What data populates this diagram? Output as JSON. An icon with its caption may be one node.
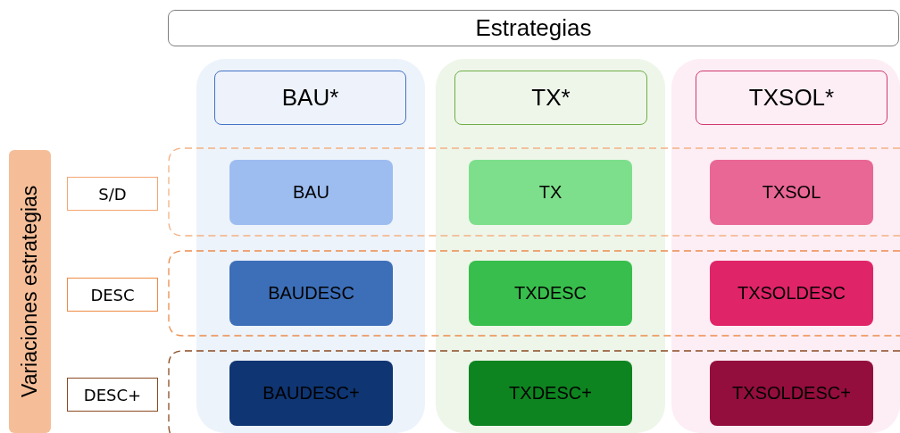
{
  "diagram": {
    "nodes": [
      {
        "text": [
          "Estrategias"
        ]
      },
      {
        "text": [],
        "shape": "box"
      },
      {
        "text": [],
        "shape": "box"
      },
      {
        "text": [],
        "shape": "box"
      },
      {
        "text": [
          "BAU*"
        ],
        "in": 1
      },
      {
        "text": [
          "TX*"
        ],
        "in": 2
      },
      {
        "text": [
          "TXSOL*"
        ],
        "in": 3
      },
      {
        "text": [
          "Variaciones estrategias"
        ]
      },
      {
        "text": [
          "S/D"
        ]
      },
      {
        "text": [
          "BAU"
        ],
        "in": 1
      },
      {
        "text": [
          "TX"
        ],
        "in": 2
      },
      {
        "text": [
          "TXSOL"
        ],
        "in": 3
      },
      {
        "text": [
          "DESC"
        ]
      },
      {
        "text": [
          "BAUDESC"
        ],
        "in": 1
      },
      {
        "text": [
          "TXDESC"
        ],
        "in": 2
      },
      {
        "text": [
          "TXSOLDESC"
        ],
        "in": 3
      },
      {
        "text": [
          "DESC+"
        ]
      },
      {
        "text": [
          "BAUDESC+"
        ],
        "in": 1
      },
      {
        "text": [
          "TXDESC+"
        ],
        "in": 2
      },
      {
        "text": [
          "TXSOLDESC+"
        ],
        "in": 3
      }
    ]
  }
}
